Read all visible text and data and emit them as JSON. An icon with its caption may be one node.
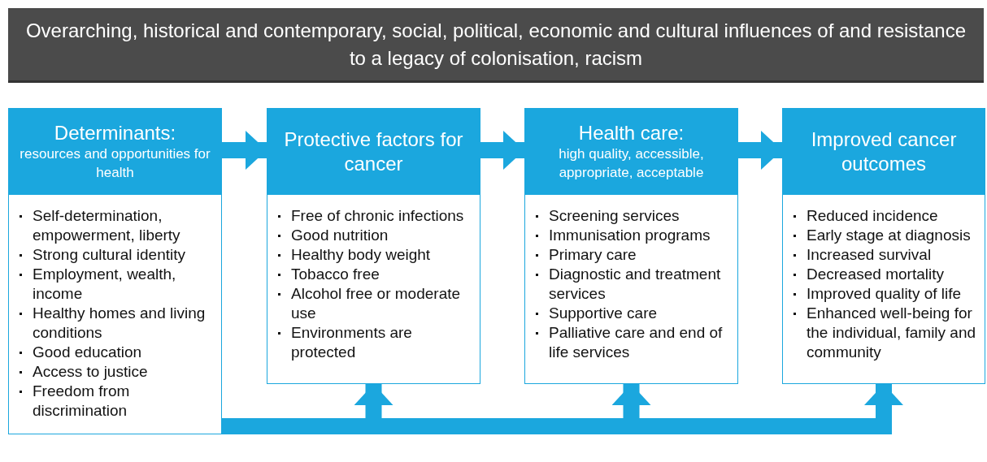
{
  "diagram": {
    "nodes": [
      {
        "text": [
          "Overarching, historical and contemporary, social, political, economic and cultural influences of and resistance to a legacy of colonisation, racism"
        ]
      },
      {
        "text": [
          "Determinants:",
          "resources and opportunities for health"
        ]
      },
      {
        "text": [
          "Self-determination, empowerment, liberty",
          "Strong cultural identity",
          "Employment, wealth, income",
          "Healthy homes and living conditions",
          "Good education",
          "Access to justice",
          "Freedom from discrimination"
        ]
      },
      {
        "text": [
          "Protective factors for cancer"
        ]
      },
      {
        "text": [
          "Free of chronic infections",
          "Good nutrition",
          "Healthy body weight",
          "Tobacco free",
          "Alcohol free or moderate use",
          "Environments are protected"
        ]
      },
      {
        "text": [
          "Health care:",
          "high quality, accessible, appropriate, acceptable"
        ]
      },
      {
        "text": [
          "Screening services",
          "Immunisation programs",
          "Primary care",
          "Diagnostic and treatment services",
          "Supportive care",
          "Palliative care and end of life services"
        ]
      },
      {
        "text": [
          "Improved cancer outcomes"
        ]
      },
      {
        "text": [
          "Reduced incidence",
          "Early stage at diagnosis",
          "Increased survival",
          "Decreased mortality",
          "Improved quality of life",
          "Enhanced well-being for the individual, family and community"
        ]
      }
    ],
    "edges": [
      {
        "from": 1,
        "to": 3,
        "arrow": "to"
      },
      {
        "from": 3,
        "to": 5,
        "arrow": "to"
      },
      {
        "from": 5,
        "to": 7,
        "arrow": "to"
      },
      {
        "from": 2,
        "to": 4,
        "arrow": "to"
      },
      {
        "from": 2,
        "to": 6,
        "arrow": "to"
      },
      {
        "from": 2,
        "to": 8,
        "arrow": "to"
      }
    ]
  }
}
